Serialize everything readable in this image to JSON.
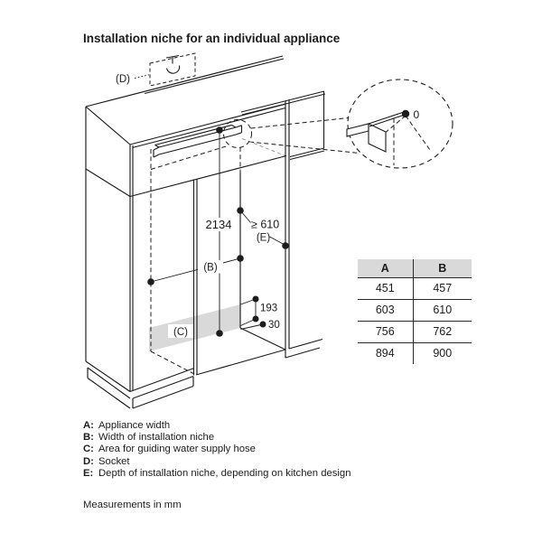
{
  "title": "Installation niche for an individual appliance",
  "diagram": {
    "labels": {
      "height": "2134",
      "depth": "≥ 610",
      "e": "(E)",
      "b": "(B)",
      "c": "(C)",
      "d": "(D)",
      "hose_top": "193",
      "hose_bottom": "30",
      "zero": "0"
    },
    "colors": {
      "line": "#1c1c1c",
      "shade": "#d9d9d9",
      "hidden": "#9a9a9a",
      "background": "#ffffff"
    }
  },
  "table": {
    "headers": [
      "A",
      "B"
    ],
    "rows": [
      [
        "451",
        "457"
      ],
      [
        "603",
        "610"
      ],
      [
        "756",
        "762"
      ],
      [
        "894",
        "900"
      ]
    ]
  },
  "legend": [
    {
      "key": "A:",
      "text": "Appliance width"
    },
    {
      "key": "B:",
      "text": "Width of installation niche"
    },
    {
      "key": "C:",
      "text": "Area for guiding water supply hose"
    },
    {
      "key": "D:",
      "text": "Socket"
    },
    {
      "key": "E:",
      "text": "Depth of installation niche, depending on kitchen design"
    }
  ],
  "footer": "Measurements in mm"
}
